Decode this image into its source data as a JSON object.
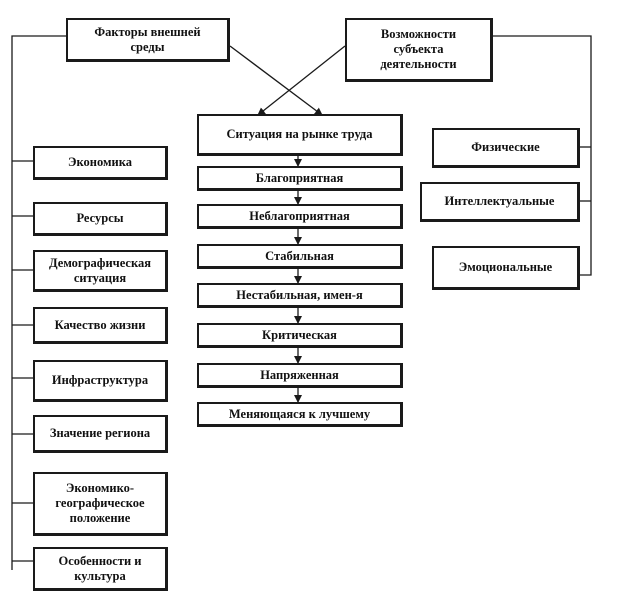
{
  "diagram": {
    "top": {
      "external_factors": "Факторы  внешней\nсреды",
      "subject_capabilities": "Возможности\nсубъекта\nдеятельности"
    },
    "center": {
      "title": "Ситуация на рынке труда",
      "states": [
        "Благоприятная",
        "Неблагоприятная",
        "Стабильная",
        "Нестабильная, имен-я",
        "Критическая",
        "Напряженная",
        "Меняющаяся к лучшему"
      ]
    },
    "left_factors": [
      "Экономика",
      "Ресурсы",
      "Демографическая\nситуация",
      "Качество жизни",
      "Инфраструктура",
      "Значение региона",
      "Экономико-\nгеографическое\nположение",
      "Особенности и\nкультура"
    ],
    "right_capabilities": [
      "Физические",
      "Интеллектуальные",
      "Эмоциональные"
    ]
  }
}
